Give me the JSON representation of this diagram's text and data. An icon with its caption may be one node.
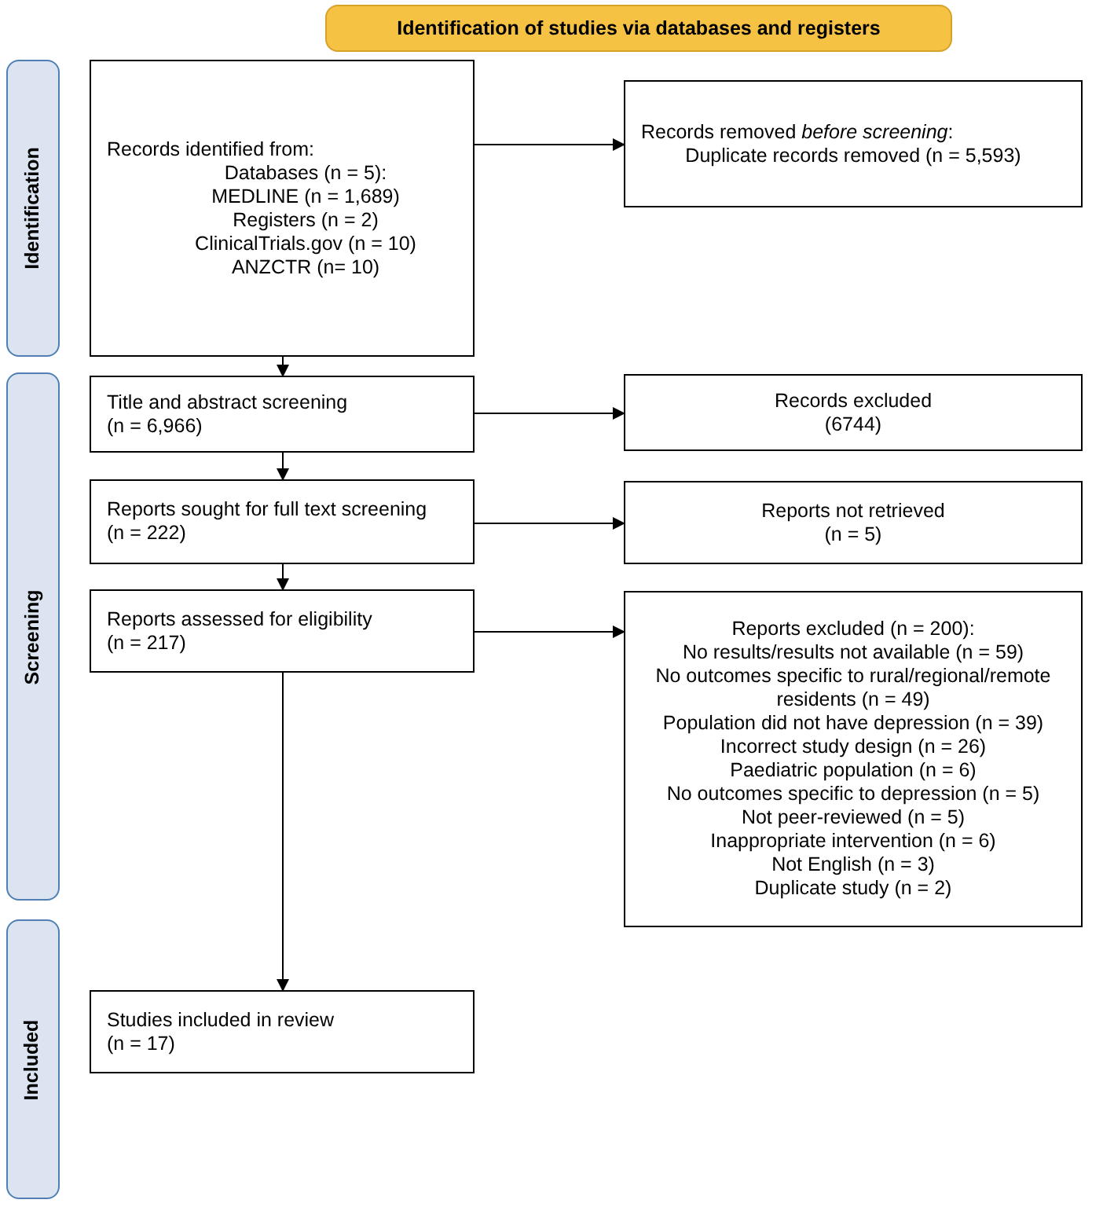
{
  "diagram": {
    "nodes": [
      {
        "text": [
          "Identification of studies via databases and registers"
        ]
      },
      {
        "text": [
          "Identification"
        ]
      },
      {
        "text": [
          "Screening"
        ]
      },
      {
        "text": [
          "Included"
        ]
      },
      {
        "text": [
          "Records identified from:",
          "Databases (n = 5):",
          "MEDLINE (n = 1,689)",
          "Registers (n = 2)",
          "ClinicalTrials.gov (n = 10)",
          "ANZCTR (n= 10)"
        ]
      },
      {
        "text": [
          "Records removed *before screening*:",
          "Duplicate records removed (n = 5,593)"
        ]
      },
      {
        "text": [
          "Title and abstract screening",
          "(n = 6,966)"
        ]
      },
      {
        "text": [
          "Records excluded",
          "(6744)"
        ]
      },
      {
        "text": [
          "Reports sought for full text screening",
          "(n = 222)"
        ]
      },
      {
        "text": [
          "Reports not retrieved",
          "(n = 5)"
        ]
      },
      {
        "text": [
          "Reports assessed for eligibility",
          "(n = 217)"
        ]
      },
      {
        "text": [
          "Reports excluded (n = 200):",
          "No results/results not available (n = 59)",
          "No outcomes specific to rural/regional/remote residents (n = 49)",
          "Population did not have depression (n = 39)",
          "Incorrect study design (n = 26)",
          "Paediatric population (n = 6)",
          "No outcomes specific to depression (n = 5)",
          "Not peer-reviewed (n = 5)",
          "Inappropriate intervention (n = 6)",
          "Not English (n = 3)",
          "Duplicate study (n = 2)"
        ]
      },
      {
        "text": [
          "Studies included in review",
          "(n = 17)"
        ]
      }
    ],
    "edges": [
      {
        "from": 4,
        "to": 5,
        "arrow": "to"
      },
      {
        "from": 4,
        "to": 6,
        "arrow": "to"
      },
      {
        "from": 6,
        "to": 7,
        "arrow": "to"
      },
      {
        "from": 6,
        "to": 8,
        "arrow": "to"
      },
      {
        "from": 8,
        "to": 9,
        "arrow": "to"
      },
      {
        "from": 8,
        "to": 10,
        "arrow": "to"
      },
      {
        "from": 10,
        "to": 11,
        "arrow": "to"
      },
      {
        "from": 10,
        "to": 12,
        "arrow": "to"
      }
    ]
  }
}
